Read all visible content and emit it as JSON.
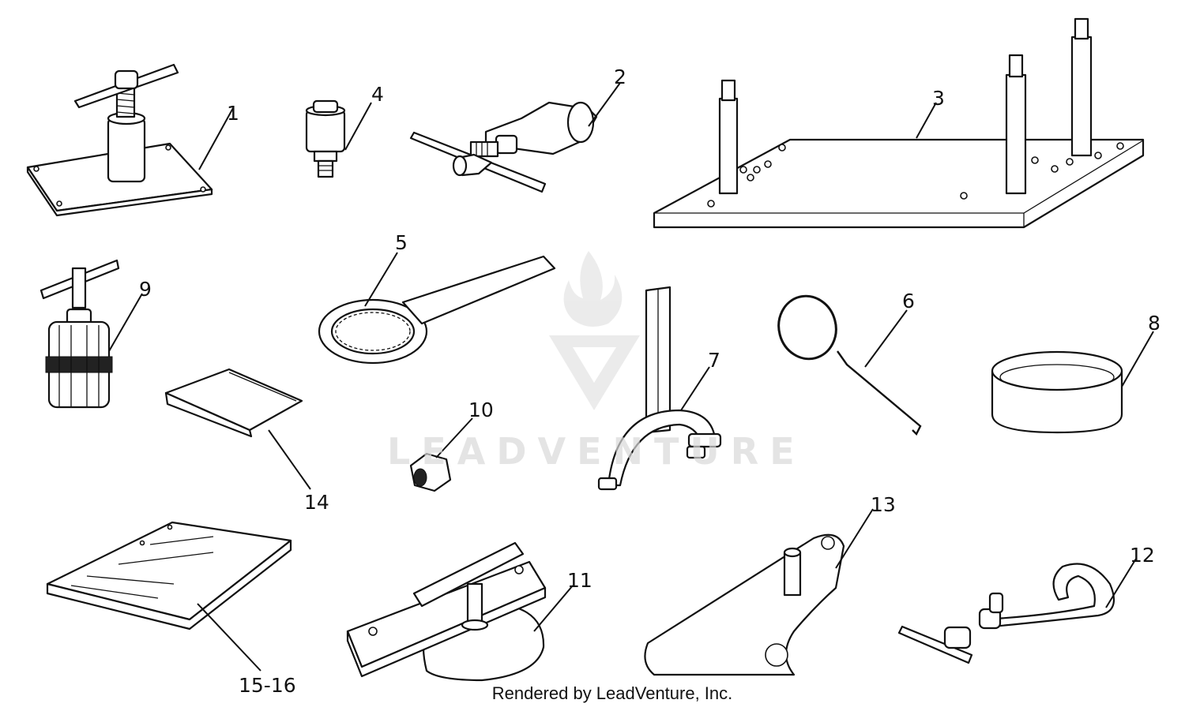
{
  "labels": {
    "l1": "1",
    "l2": "2",
    "l3": "3",
    "l4": "4",
    "l5": "5",
    "l6": "6",
    "l7": "7",
    "l8": "8",
    "l9": "9",
    "l10": "10",
    "l11": "11",
    "l12": "12",
    "l13": "13",
    "l14": "14",
    "l15_16": "15-16"
  },
  "watermark": {
    "text": "LEADVENTURE"
  },
  "footer": {
    "text": "Rendered by LeadVenture, Inc."
  },
  "colors": {
    "ink": "#111111",
    "watermark": "#d9d9d9",
    "background": "#ffffff"
  }
}
